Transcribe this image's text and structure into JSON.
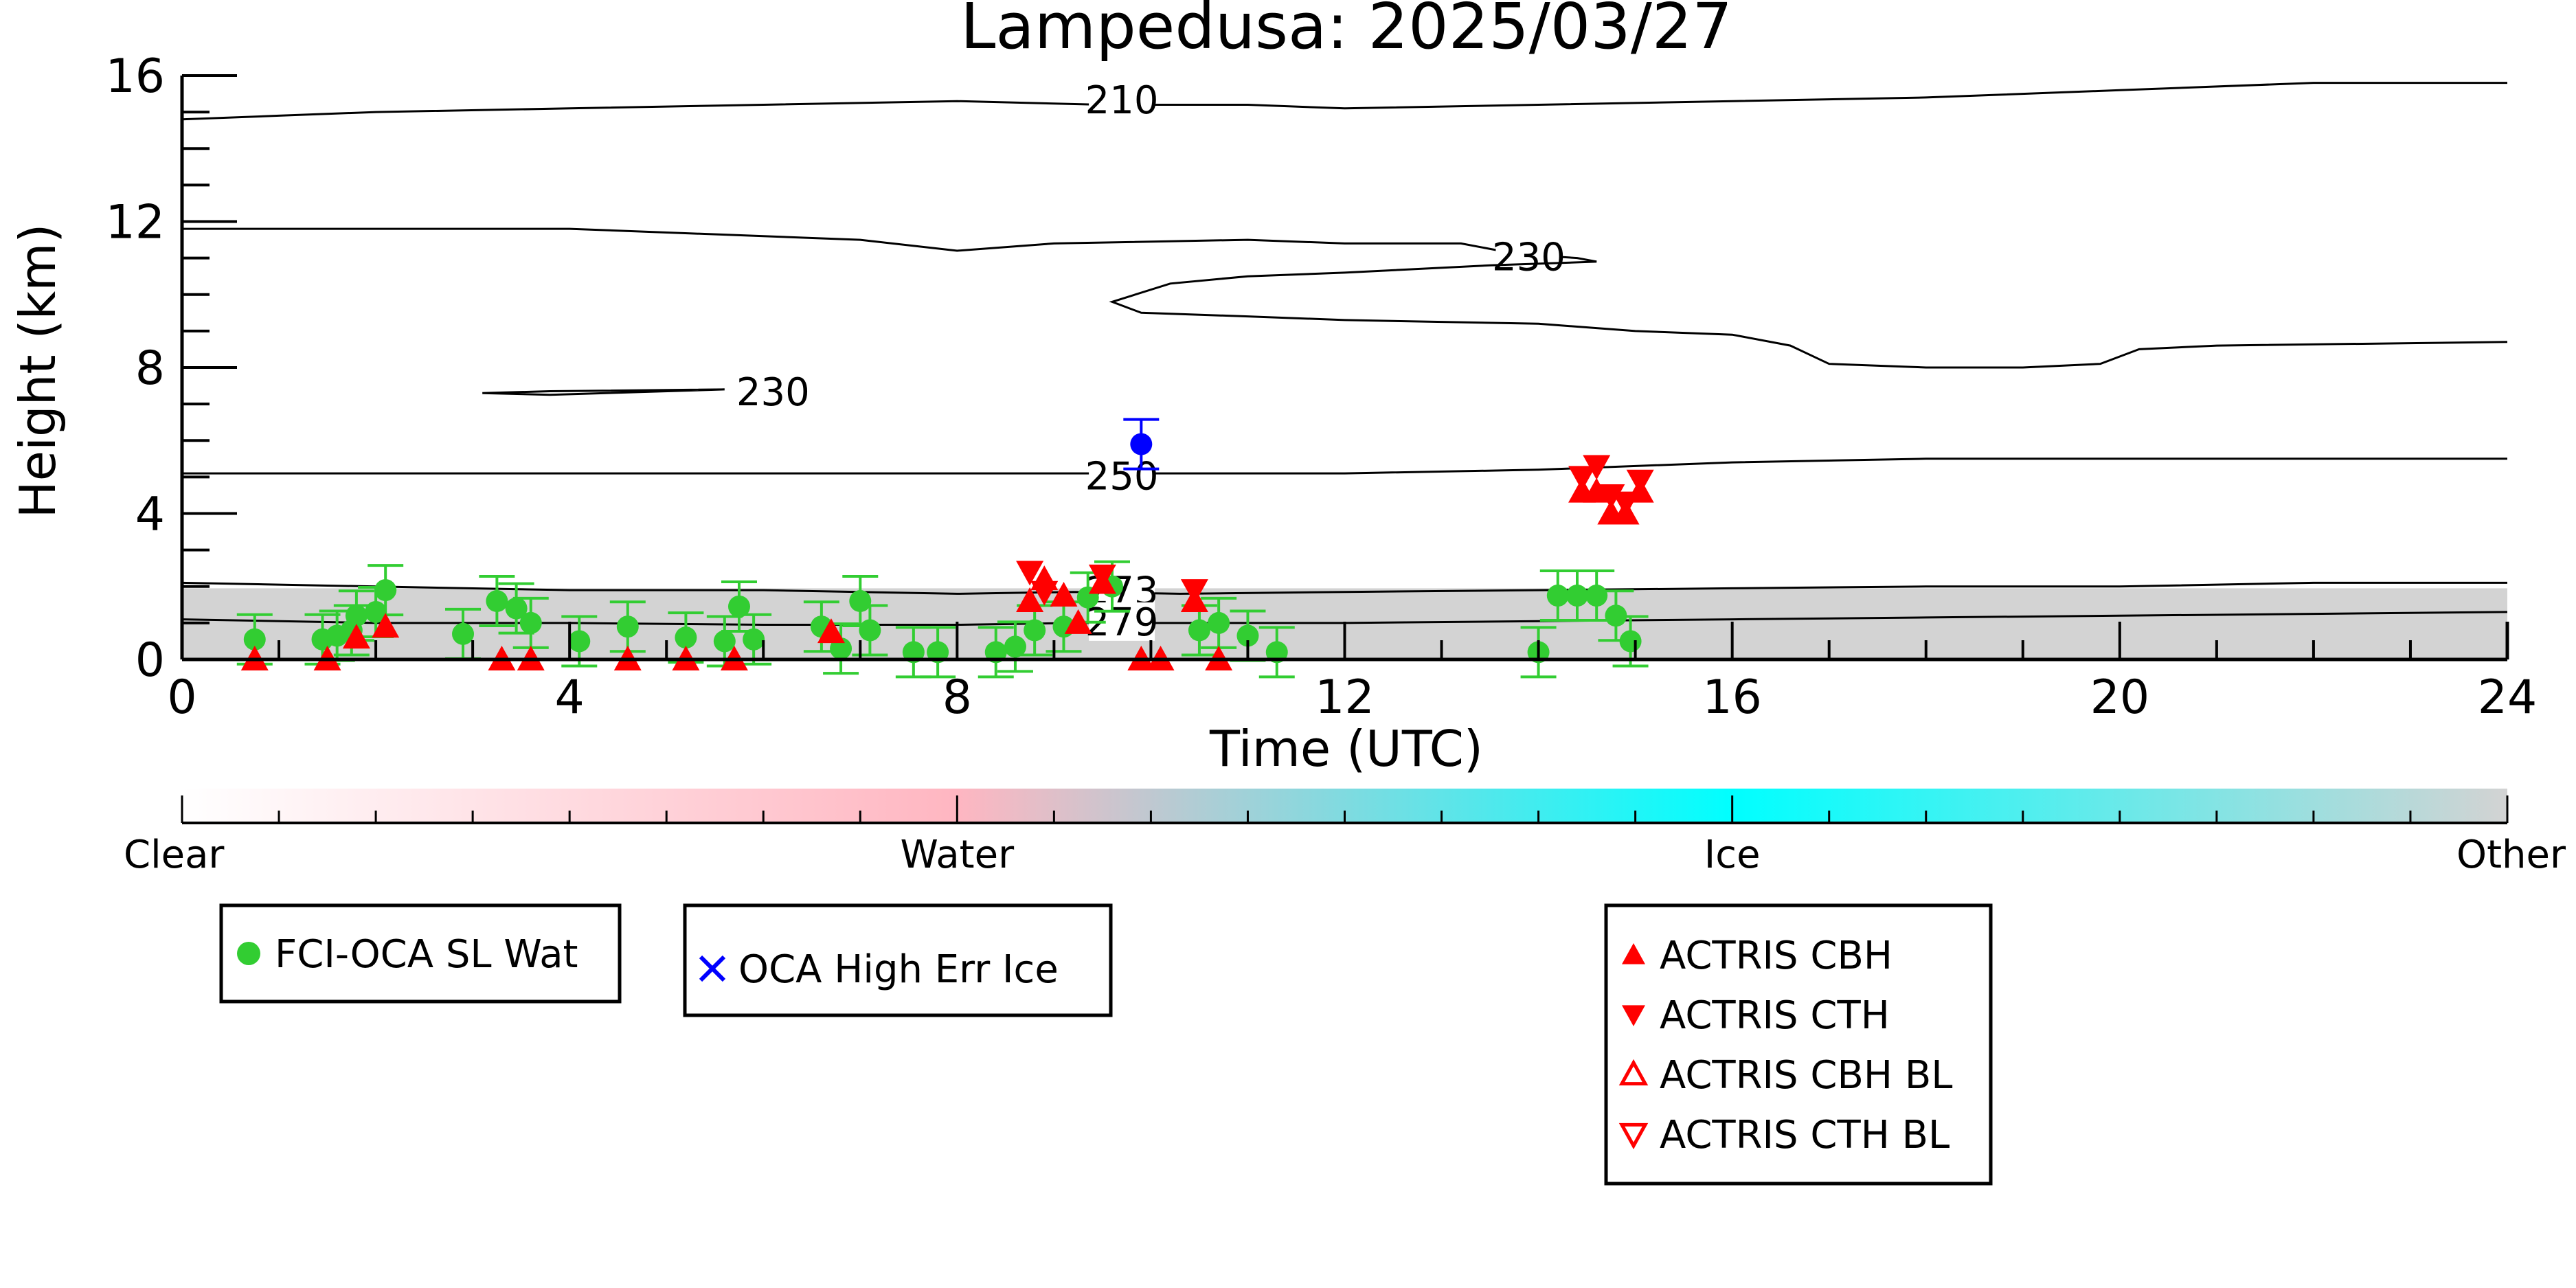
{
  "chart_data": {
    "type": "scatter",
    "title": "Lampedusa: 2025/03/27",
    "xlabel": "Time (UTC)",
    "ylabel": "Height (km)",
    "xlim": [
      0,
      24
    ],
    "ylim": [
      0,
      16
    ],
    "x_ticks": [
      0,
      4,
      8,
      12,
      16,
      20,
      24
    ],
    "y_ticks": [
      0,
      4,
      8,
      12,
      16
    ],
    "colorbar": {
      "labels": [
        "Clear",
        "Water",
        "Ice",
        "Other"
      ],
      "colors": [
        "#ffffff",
        "#ffb6c1",
        "#00ffff",
        "#d3d3d3"
      ]
    },
    "contours": [
      {
        "label": "210",
        "label_at": [
          9.7,
          15.3
        ],
        "points": [
          [
            0,
            14.8
          ],
          [
            1,
            14.9
          ],
          [
            2,
            15.0
          ],
          [
            4,
            15.1
          ],
          [
            6,
            15.2
          ],
          [
            8,
            15.3
          ],
          [
            9.5,
            15.2
          ],
          [
            11,
            15.2
          ],
          [
            12,
            15.1
          ],
          [
            14,
            15.2
          ],
          [
            16,
            15.3
          ],
          [
            18,
            15.4
          ],
          [
            20,
            15.6
          ],
          [
            22,
            15.8
          ],
          [
            23,
            15.8
          ],
          [
            24,
            15.8
          ]
        ]
      },
      {
        "label": "230",
        "label_at": [
          13.9,
          11.0
        ],
        "points": [
          [
            0,
            11.8
          ],
          [
            2,
            11.8
          ],
          [
            4,
            11.8
          ],
          [
            6,
            11.6
          ],
          [
            7,
            11.5
          ],
          [
            8,
            11.2
          ],
          [
            9,
            11.4
          ],
          [
            11,
            11.5
          ],
          [
            12,
            11.4
          ],
          [
            13.2,
            11.4
          ],
          [
            13.8,
            11.1
          ],
          [
            14.4,
            11.0
          ],
          [
            14.6,
            10.9
          ]
        ]
      },
      {
        "label": "",
        "label_at": null,
        "points": [
          [
            14.6,
            10.9
          ],
          [
            13.5,
            10.8
          ],
          [
            12,
            10.6
          ],
          [
            11,
            10.5
          ],
          [
            10.2,
            10.3
          ],
          [
            9.6,
            9.8
          ],
          [
            9.9,
            9.5
          ],
          [
            11,
            9.4
          ],
          [
            12,
            9.3
          ],
          [
            14,
            9.2
          ],
          [
            15,
            9.0
          ],
          [
            16,
            8.9
          ],
          [
            16.6,
            8.6
          ],
          [
            17,
            8.1
          ],
          [
            18,
            8.0
          ],
          [
            19,
            8.0
          ],
          [
            19.8,
            8.1
          ],
          [
            20.2,
            8.5
          ],
          [
            21,
            8.6
          ],
          [
            24,
            8.7
          ]
        ]
      },
      {
        "label": "230",
        "label_at": [
          6.1,
          7.3
        ],
        "points": [
          [
            3.1,
            7.3
          ],
          [
            3.8,
            7.35
          ],
          [
            5.6,
            7.4
          ],
          [
            3.8,
            7.25
          ],
          [
            3.1,
            7.3
          ]
        ]
      },
      {
        "label": "250",
        "label_at": [
          9.7,
          5.0
        ],
        "points": [
          [
            0,
            5.1
          ],
          [
            2,
            5.1
          ],
          [
            4,
            5.1
          ],
          [
            6,
            5.1
          ],
          [
            8,
            5.1
          ],
          [
            9.8,
            5.1
          ],
          [
            12,
            5.1
          ],
          [
            14,
            5.2
          ],
          [
            16,
            5.4
          ],
          [
            18,
            5.5
          ],
          [
            20,
            5.5
          ],
          [
            22,
            5.5
          ],
          [
            24,
            5.5
          ]
        ]
      },
      {
        "label": "273",
        "label_at": [
          9.7,
          1.85
        ],
        "points": [
          [
            0,
            2.1
          ],
          [
            2,
            2.0
          ],
          [
            4,
            1.9
          ],
          [
            6,
            1.9
          ],
          [
            8,
            1.8
          ],
          [
            9.2,
            1.85
          ],
          [
            10.3,
            1.8
          ],
          [
            12,
            1.85
          ],
          [
            14,
            1.9
          ],
          [
            16,
            1.95
          ],
          [
            18,
            2.0
          ],
          [
            20,
            2.0
          ],
          [
            22,
            2.1
          ],
          [
            24,
            2.1
          ]
        ]
      },
      {
        "label": "279",
        "label_at": [
          9.7,
          1.0
        ],
        "points": [
          [
            0,
            1.1
          ],
          [
            2,
            1.0
          ],
          [
            4,
            1.0
          ],
          [
            6,
            0.95
          ],
          [
            8,
            0.95
          ],
          [
            9.2,
            1.0
          ],
          [
            10.3,
            1.0
          ],
          [
            12,
            1.0
          ],
          [
            14,
            1.05
          ],
          [
            16,
            1.1
          ],
          [
            18,
            1.15
          ],
          [
            20,
            1.2
          ],
          [
            22,
            1.25
          ],
          [
            24,
            1.3
          ]
        ]
      }
    ],
    "series": [
      {
        "name": "FCI-OCA SL Wat",
        "marker": "circle",
        "color": "#32cd32",
        "points": [
          [
            0.75,
            0.55
          ],
          [
            1.45,
            0.55
          ],
          [
            1.6,
            0.65
          ],
          [
            1.75,
            0.8
          ],
          [
            1.8,
            1.2
          ],
          [
            2.0,
            1.3
          ],
          [
            2.1,
            1.9
          ],
          [
            2.9,
            0.7
          ],
          [
            3.25,
            1.6
          ],
          [
            3.45,
            1.4
          ],
          [
            3.6,
            1.0
          ],
          [
            4.1,
            0.5
          ],
          [
            4.6,
            0.9
          ],
          [
            5.2,
            0.6
          ],
          [
            5.6,
            0.5
          ],
          [
            5.9,
            0.55
          ],
          [
            5.75,
            1.45
          ],
          [
            6.6,
            0.9
          ],
          [
            6.8,
            0.3
          ],
          [
            7.0,
            1.6
          ],
          [
            7.1,
            0.8
          ],
          [
            7.55,
            0.2
          ],
          [
            7.8,
            0.2
          ],
          [
            8.4,
            0.2
          ],
          [
            8.6,
            0.35
          ],
          [
            8.8,
            0.8
          ],
          [
            9.1,
            0.9
          ],
          [
            9.35,
            1.7
          ],
          [
            9.6,
            2.0
          ],
          [
            10.5,
            0.8
          ],
          [
            10.7,
            1.0
          ],
          [
            11.0,
            0.65
          ],
          [
            11.3,
            0.2
          ],
          [
            14.0,
            0.2
          ],
          [
            14.2,
            1.75
          ],
          [
            14.4,
            1.75
          ],
          [
            14.6,
            1.75
          ],
          [
            14.8,
            1.2
          ],
          [
            14.95,
            0.5
          ]
        ]
      },
      {
        "name": "OCA High Err Ice",
        "marker": "cross",
        "color": "#0000ff",
        "points": []
      },
      {
        "name": "OCA High Err Ice point",
        "marker": "circle",
        "color": "#0000ff",
        "points": [
          [
            9.9,
            5.9
          ]
        ]
      },
      {
        "name": "ACTRIS CBH",
        "marker": "triangle-up",
        "color": "#ff0000",
        "points": [
          [
            0.75,
            0.0
          ],
          [
            1.5,
            0.0
          ],
          [
            1.8,
            0.6
          ],
          [
            2.1,
            0.9
          ],
          [
            3.3,
            0.0
          ],
          [
            3.6,
            0.0
          ],
          [
            4.6,
            0.0
          ],
          [
            5.2,
            0.0
          ],
          [
            5.7,
            0.0
          ],
          [
            6.7,
            0.75
          ],
          [
            8.75,
            1.6
          ],
          [
            8.9,
            2.2
          ],
          [
            9.1,
            1.75
          ],
          [
            9.25,
            1.0
          ],
          [
            9.5,
            2.1
          ],
          [
            9.9,
            0.0
          ],
          [
            10.1,
            0.0
          ],
          [
            10.45,
            1.6
          ],
          [
            10.7,
            0.0
          ],
          [
            14.45,
            4.6
          ],
          [
            14.6,
            4.6
          ],
          [
            14.75,
            4.0
          ],
          [
            14.9,
            4.0
          ],
          [
            15.05,
            4.6
          ]
        ]
      },
      {
        "name": "ACTRIS CTH",
        "marker": "triangle-down",
        "color": "#ff0000",
        "points": [
          [
            8.75,
            2.4
          ],
          [
            8.9,
            1.85
          ],
          [
            9.5,
            2.3
          ],
          [
            10.45,
            1.9
          ],
          [
            14.45,
            5.0
          ],
          [
            14.6,
            5.3
          ],
          [
            14.75,
            4.5
          ],
          [
            14.9,
            4.3
          ],
          [
            15.05,
            4.9
          ]
        ]
      },
      {
        "name": "ACTRIS CBH BL",
        "marker": "triangle-up-open",
        "color": "#ff0000",
        "points": []
      },
      {
        "name": "ACTRIS CTH BL",
        "marker": "triangle-down-open",
        "color": "#ff0000",
        "points": []
      }
    ],
    "legend_boxes": [
      {
        "entries": [
          {
            "label": "FCI-OCA SL Wat",
            "marker": "circle",
            "color": "#32cd32"
          }
        ]
      },
      {
        "entries": [
          {
            "label": "OCA High Err Ice",
            "marker": "cross",
            "color": "#0000ff"
          }
        ]
      },
      {
        "entries": [
          {
            "label": "ACTRIS CBH",
            "marker": "triangle-up",
            "color": "#ff0000"
          },
          {
            "label": "ACTRIS CTH",
            "marker": "triangle-down",
            "color": "#ff0000"
          },
          {
            "label": "ACTRIS CBH BL",
            "marker": "triangle-up-open",
            "color": "#ff0000"
          },
          {
            "label": "ACTRIS CTH BL",
            "marker": "triangle-down-open",
            "color": "#ff0000"
          }
        ]
      }
    ],
    "legend_placement": "below"
  }
}
